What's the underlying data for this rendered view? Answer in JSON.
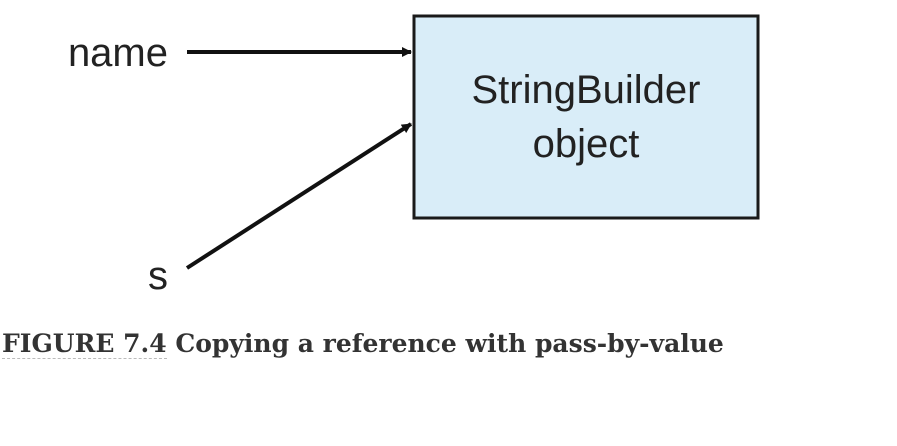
{
  "diagram": {
    "variables": [
      {
        "id": "name",
        "label": "name"
      },
      {
        "id": "s",
        "label": "s"
      }
    ],
    "object": {
      "line1": "StringBuilder",
      "line2": "object",
      "fill_color": "#d9edf8",
      "border_color": "#1a1a1a"
    },
    "arrow_color": "#111111"
  },
  "caption": {
    "label": "FIGURE 7.4",
    "text": "Copying a reference with pass-by-value"
  }
}
